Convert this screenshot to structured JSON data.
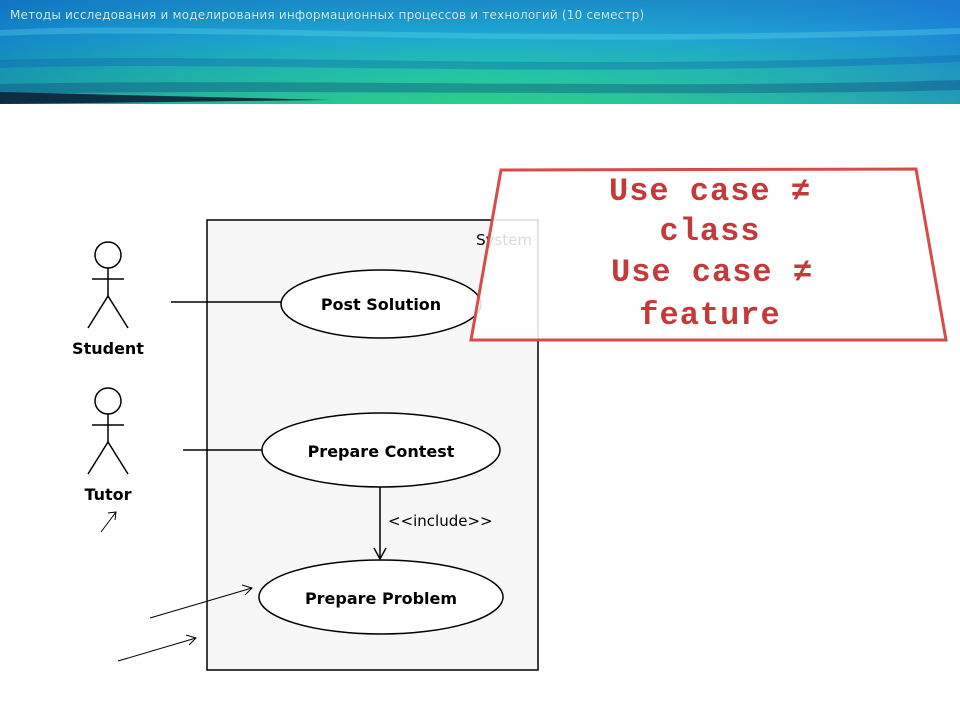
{
  "header": {
    "title": "Методы исследования и моделирования информационных процессов и технологий (10 семестр)",
    "colors": {
      "teal": "#1fb6b0",
      "blue": "#1e7fd0",
      "green": "#27c97a"
    }
  },
  "diagram": {
    "system_label": "System",
    "actors": [
      {
        "name": "Student"
      },
      {
        "name": "Tutor"
      }
    ],
    "use_cases": [
      {
        "label": "Post Solution"
      },
      {
        "label": "Prepare Contest"
      },
      {
        "label": "Prepare Problem"
      }
    ],
    "include_label": "<<include>>"
  },
  "note": {
    "lines": [
      "Use case ≠",
      "class",
      "Use case ≠",
      "feature"
    ],
    "color": "#d94a4a"
  }
}
